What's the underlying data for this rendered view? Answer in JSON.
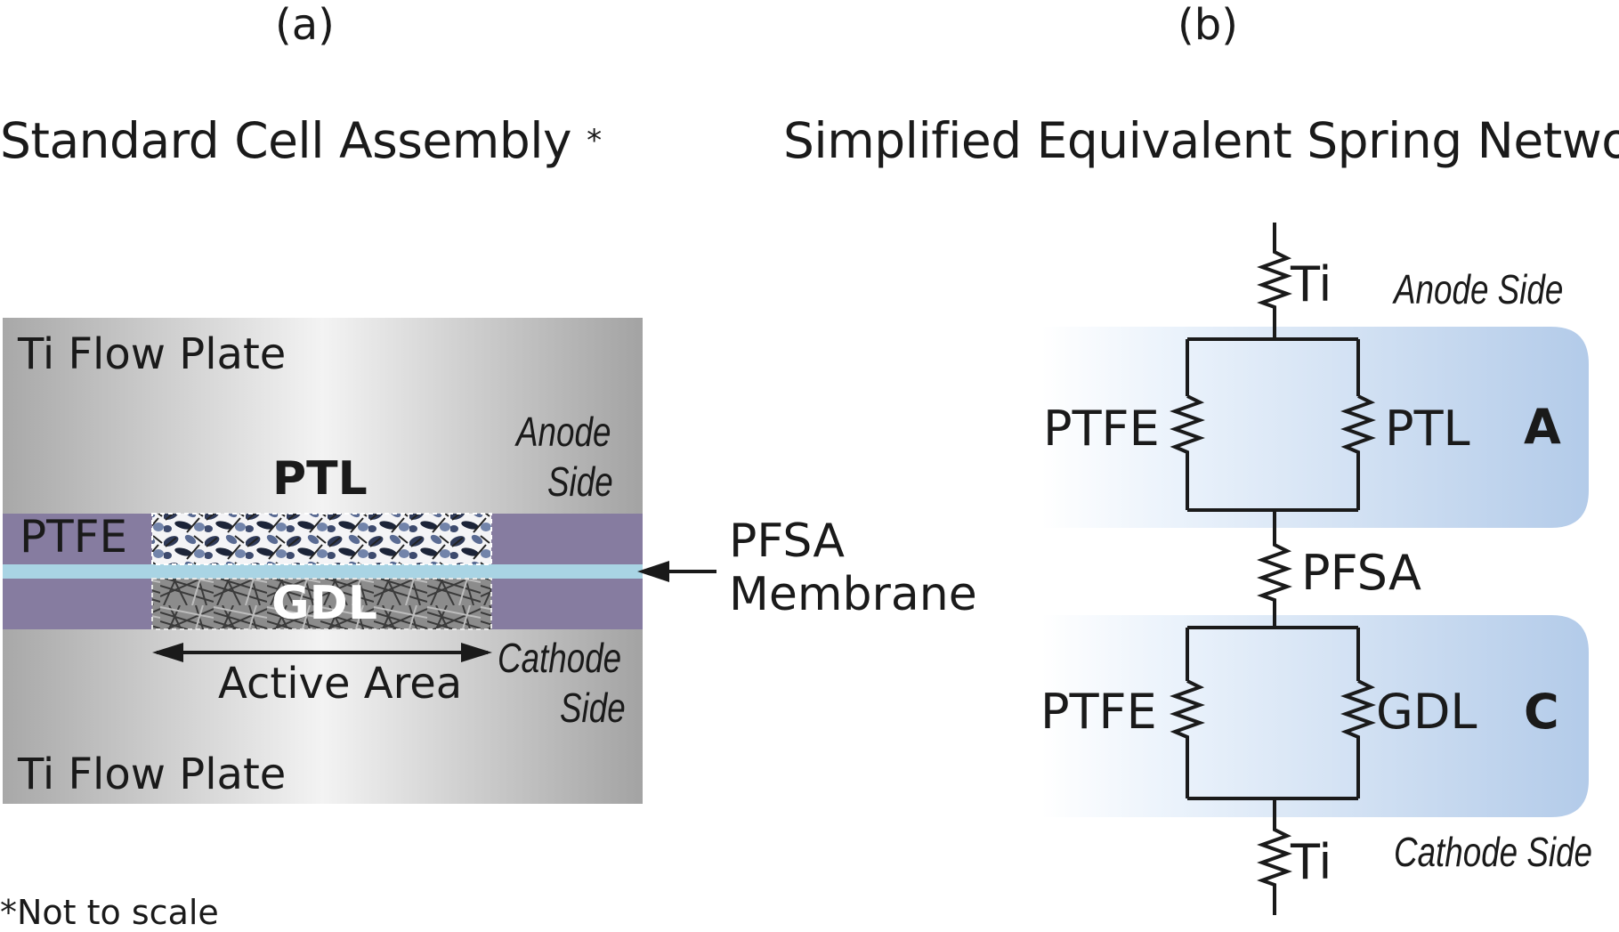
{
  "panels": {
    "a": {
      "label": "(a)",
      "title": "Standard Cell Assembly",
      "title_star": "*",
      "plate_top": "Ti Flow Plate",
      "plate_bottom": "Ti Flow Plate",
      "anode_line1": "Anode",
      "anode_line2": "Side",
      "cathode_line1": "Cathode",
      "cathode_line2": "Side",
      "ptl": "PTL",
      "ptfe": "PTFE",
      "gdl": "GDL",
      "active_area": "Active Area",
      "membrane_line1": "PFSA",
      "membrane_line2": "Membrane",
      "footnote": "*Not to scale"
    },
    "b": {
      "label": "(b)",
      "title": "Simplified Equivalent Spring Network",
      "ti_top": "Ti",
      "ti_bottom": "Ti",
      "anode_side": "Anode Side",
      "cathode_side": "Cathode Side",
      "anode_ptfe": "PTFE",
      "anode_ptl": "PTL",
      "zone_a": "A",
      "pfsa": "PFSA",
      "cathode_ptfe": "PTFE",
      "cathode_gdl": "GDL",
      "zone_c": "C"
    }
  },
  "colors": {
    "plate_edge": "#a6a6a6",
    "plate_center": "#f2f2f2",
    "ptfe": "#867ca0",
    "membrane": "#a9d4e4",
    "zone_blue": "#b3cbe9",
    "ink": "#1a1a1a"
  }
}
